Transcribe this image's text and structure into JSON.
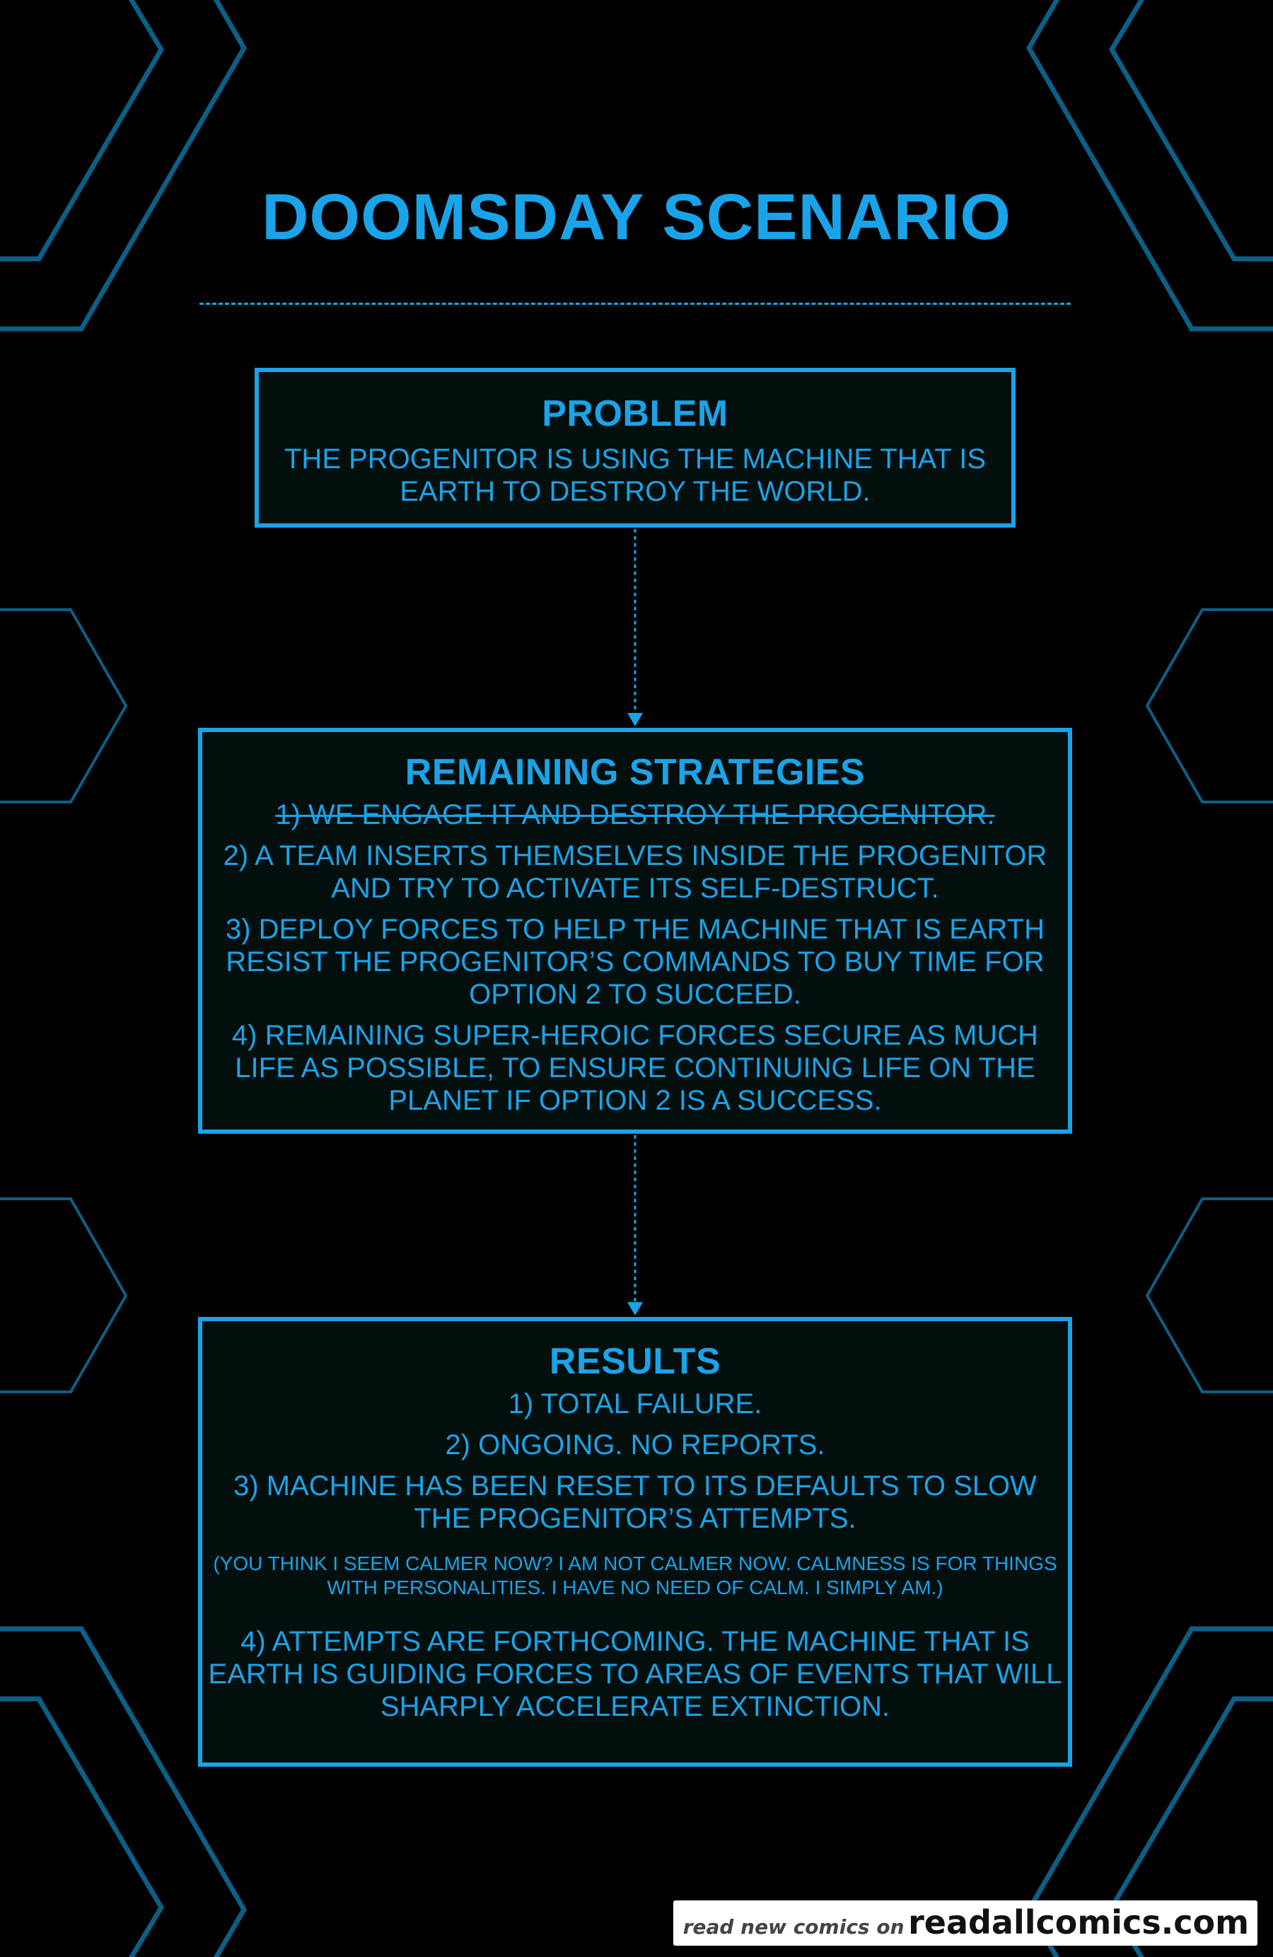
{
  "page": {
    "title": "DOOMSDAY SCENARIO",
    "accent_color": "#1aa3e8",
    "frame_color": "#0c5f86",
    "box_background": "#030f0d"
  },
  "problem": {
    "heading": "PROBLEM",
    "text": "THE PROGENITOR IS USING THE MACHINE THAT IS EARTH TO DESTROY THE WORLD."
  },
  "strategies": {
    "heading": "REMAINING STRATEGIES",
    "items": [
      "1) WE ENGAGE IT AND DESTROY THE PROGENITOR.",
      "2) A TEAM INSERTS THEMSELVES INSIDE THE PROGENITOR AND TRY TO ACTIVATE ITS SELF-DESTRUCT.",
      "3) DEPLOY FORCES TO HELP THE MACHINE THAT IS EARTH RESIST THE PROGENITOR’S COMMANDS TO BUY TIME FOR OPTION 2 TO SUCCEED.",
      "4) REMAINING SUPER-HEROIC FORCES SECURE AS MUCH LIFE AS POSSIBLE, TO ENSURE CONTINUING LIFE ON THE PLANET IF OPTION 2 IS A SUCCESS."
    ]
  },
  "results": {
    "heading": "RESULTS",
    "items": [
      "1) TOTAL FAILURE.",
      "2) ONGOING. NO REPORTS.",
      "3) MACHINE HAS BEEN RESET TO ITS DEFAULTS TO SLOW THE PROGENITOR’S ATTEMPTS."
    ],
    "aside": "(YOU THINK I SEEM CALMER NOW? I AM NOT CALMER NOW. CALMNESS IS FOR THINGS WITH PERSONALITIES. I HAVE NO NEED OF CALM. I SIMPLY AM.)",
    "final_item": "4) ATTEMPTS ARE FORTHCOMING. THE MACHINE THAT IS EARTH IS GUIDING FORCES TO AREAS OF EVENTS THAT WILL SHARPLY ACCELERATE EXTINCTION."
  },
  "watermark": {
    "prefix": "read new comics on",
    "site": "readallcomics.com"
  }
}
